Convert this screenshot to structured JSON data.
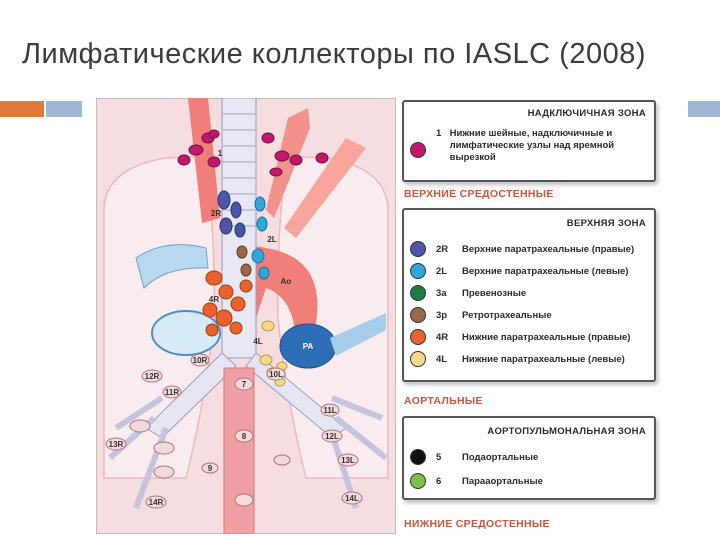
{
  "slide": {
    "title": "Лимфатические коллекторы по IASLC (2008)",
    "colors": {
      "accent_orange": "#e07a3c",
      "accent_blue": "#9fb8d3"
    }
  },
  "figure": {
    "node_labels": [
      "1",
      "2R",
      "2L",
      "4R",
      "4L",
      "Ao",
      "PA",
      "10R",
      "10L",
      "7",
      "11R",
      "11L",
      "12R",
      "12L",
      "13R",
      "13L",
      "14R",
      "14L",
      "8",
      "9"
    ]
  },
  "legend": {
    "supraclavicular": {
      "title": "НАДКЛЮЧИЧНАЯ ЗОНА",
      "item": {
        "code": "1",
        "text": "Нижние шейные, надключичные и лимфатические узлы над яремной вырезкой",
        "color": "#c2186b"
      }
    },
    "upper_mediastinal_label": "ВЕРХНИЕ СРЕДОСТЕННЫЕ",
    "upper_zone": {
      "title": "ВЕРХНЯЯ ЗОНА",
      "items": [
        {
          "code": "2R",
          "text": "Верхние паратрахеальные (правые)",
          "color": "#4a56a6"
        },
        {
          "code": "2L",
          "text": "Верхние паратрахеальные (левые)",
          "color": "#2fa8d8"
        },
        {
          "code": "3a",
          "text": "Превенозные",
          "color": "#1f7a45"
        },
        {
          "code": "3p",
          "text": "Ретротрахеальные",
          "color": "#9a6a48"
        },
        {
          "code": "4R",
          "text": "Нижние паратрахеальные (правые)",
          "color": "#e8632b"
        },
        {
          "code": "4L",
          "text": "Нижние паратрахеальные (левые)",
          "color": "#f3d98a"
        }
      ]
    },
    "aortic_label": "АОРТАЛЬНЫЕ",
    "aortopulmonary_zone": {
      "title": "АОРТОПУЛЬМОНАЛЬНАЯ ЗОНА",
      "items": [
        {
          "code": "5",
          "text": "Подаортальные",
          "color": "#111111"
        },
        {
          "code": "6",
          "text": "Парааортальные",
          "color": "#7cc04a"
        }
      ]
    },
    "lower_mediastinal_label": "НИЖНИЕ СРЕДОСТЕННЫЕ"
  }
}
